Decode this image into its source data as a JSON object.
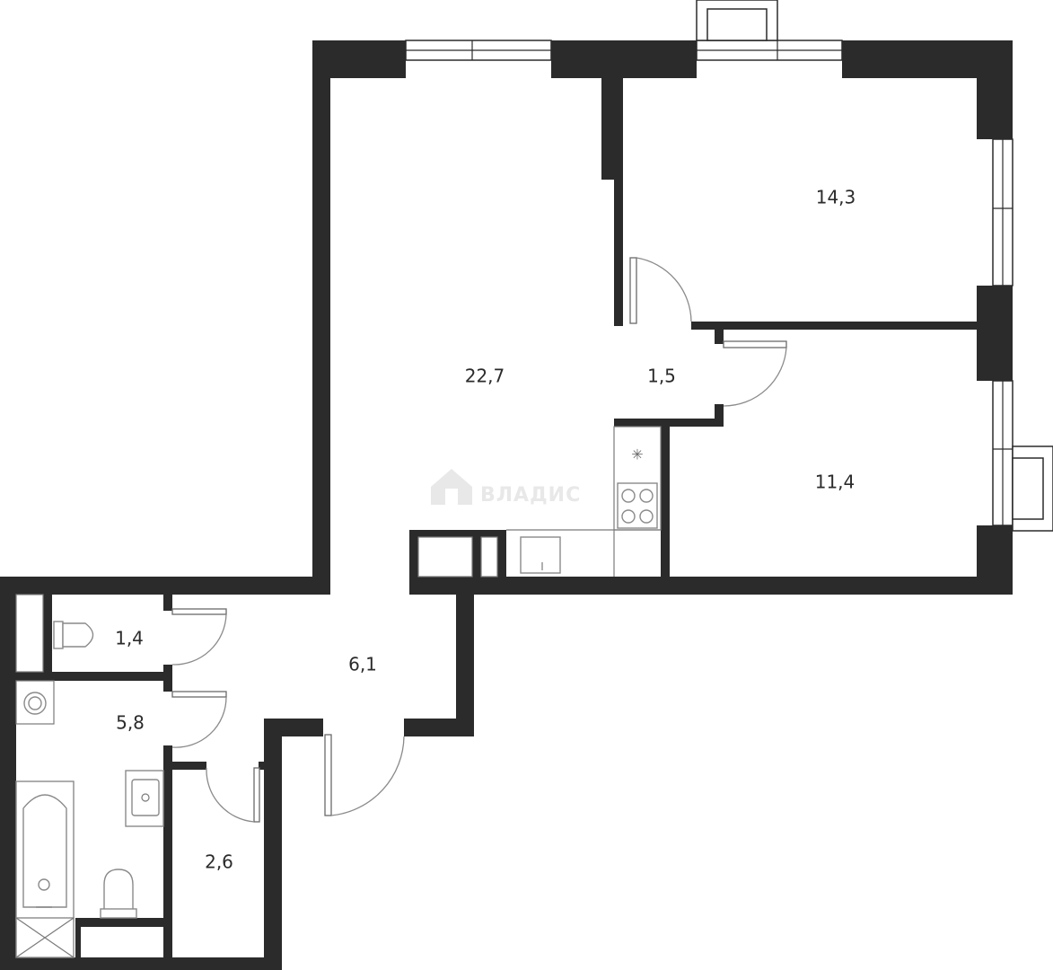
{
  "rooms": {
    "living": "22,7",
    "bedroom_top": "14,3",
    "hall_small": "1,5",
    "bedroom_bottom": "11,4",
    "wc": "1,4",
    "hall": "6,1",
    "bathroom": "5,8",
    "storage": "2,6"
  },
  "watermark": {
    "text": "ВЛАДИС",
    "icon": "house-logo-icon"
  },
  "colors": {
    "wall": "#2b2b2b",
    "fixture": "#8a8a8a",
    "watermark": "#e8e8e8"
  }
}
